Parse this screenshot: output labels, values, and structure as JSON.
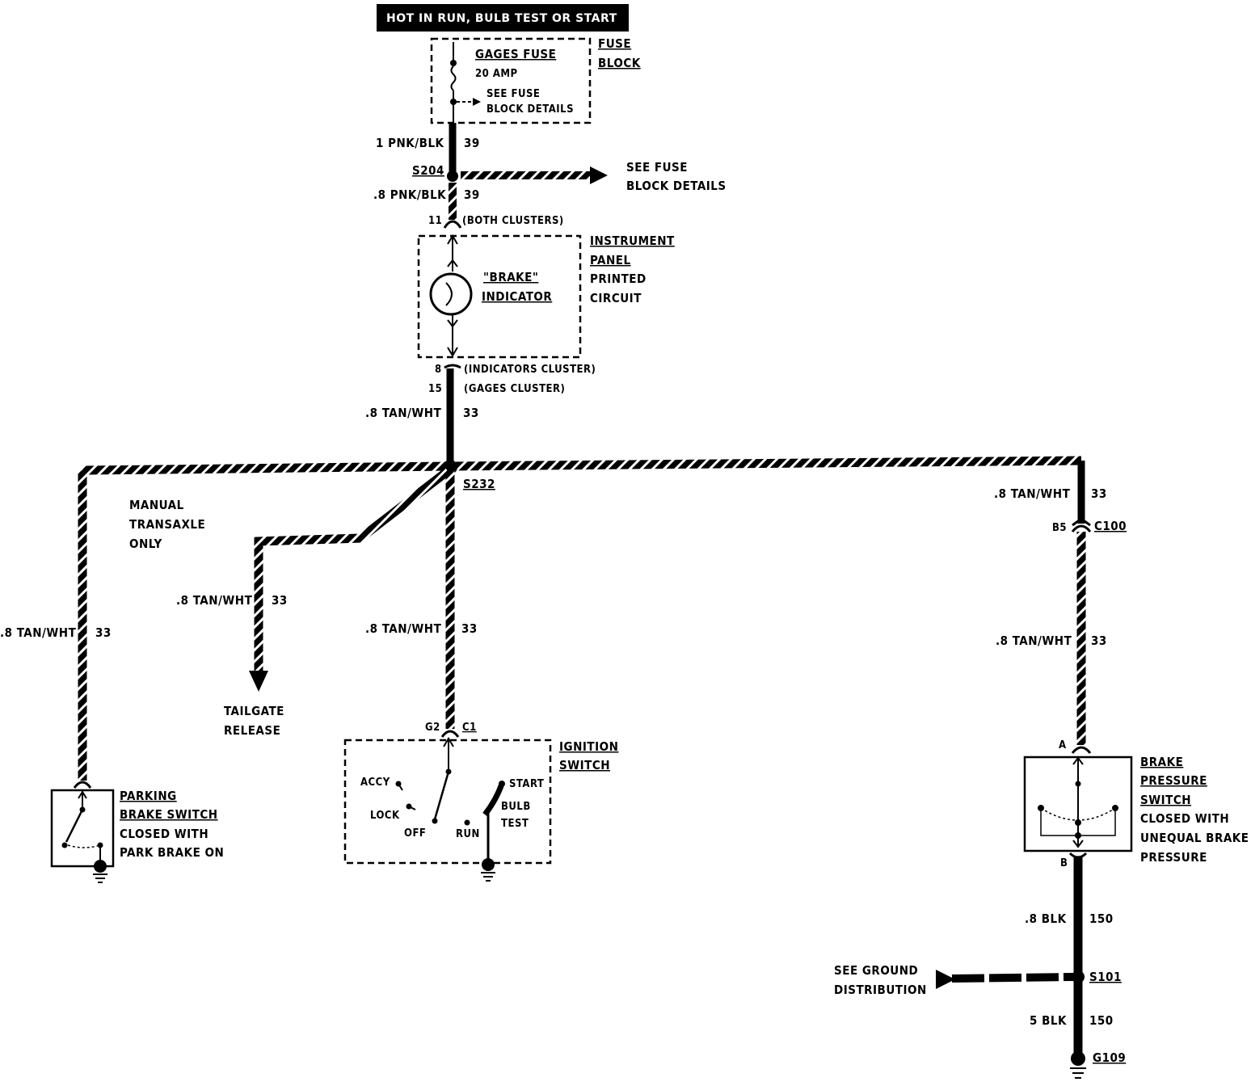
{
  "header": "HOT IN RUN, BULB TEST OR START",
  "fuse_block": {
    "title": "GAGES FUSE",
    "rating": "20 AMP",
    "see_fuse_line1": "SEE FUSE",
    "see_fuse_line2": "BLOCK DETAILS",
    "label_line1": "FUSE",
    "label_line2": "BLOCK"
  },
  "wire_1pnk": {
    "gauge_color": "1 PNK/BLK",
    "circuit": "39"
  },
  "s204": {
    "name": "S204",
    "see1": "SEE FUSE",
    "see2": "BLOCK DETAILS"
  },
  "wire_8pnk": {
    "gauge_color": ".8 PNK/BLK",
    "circuit": "39"
  },
  "conn_top": {
    "pin": "11",
    "note": "(BOTH CLUSTERS)"
  },
  "instrument_panel": {
    "indicator1": "\"BRAKE\"",
    "indicator2": "INDICATOR",
    "label1": "INSTRUMENT",
    "label2": "PANEL",
    "label3": "PRINTED",
    "label4": "CIRCUIT"
  },
  "conn_bottom": {
    "pin1": "8",
    "note1": "(INDICATORS CLUSTER)",
    "pin2": "15",
    "note2": "(GAGES CLUSTER)"
  },
  "wire_tan_main": {
    "gauge_color": ".8 TAN/WHT",
    "circuit": "33"
  },
  "s232": {
    "name": "S232"
  },
  "manual": {
    "line1": "MANUAL",
    "line2": "TRANSAXLE",
    "line3": "ONLY"
  },
  "wire_tan_left": {
    "gauge_color": ".8 TAN/WHT",
    "circuit": "33"
  },
  "wire_tan_tailgate": {
    "gauge_color": ".8 TAN/WHT",
    "circuit": "33"
  },
  "tailgate": {
    "line1": "TAILGATE",
    "line2": "RELEASE"
  },
  "wire_tan_ign": {
    "gauge_color": ".8 TAN/WHT",
    "circuit": "33"
  },
  "ignition": {
    "pin": "G2",
    "conn": "C1",
    "label1": "IGNITION",
    "label2": "SWITCH",
    "accy": "ACCY",
    "lock": "LOCK",
    "off": "OFF",
    "run": "RUN",
    "start": "START",
    "bulb": "BULB",
    "test": "TEST"
  },
  "parking": {
    "line1": "PARKING",
    "line2": "BRAKE SWITCH",
    "line3": "CLOSED WITH",
    "line4": "PARK BRAKE ON"
  },
  "wire_tan_right_top": {
    "gauge_color": ".8 TAN/WHT",
    "circuit": "33"
  },
  "c100": {
    "pin": "B5",
    "name": "C100"
  },
  "wire_tan_right": {
    "gauge_color": ".8 TAN/WHT",
    "circuit": "33"
  },
  "pressure": {
    "pin_a": "A",
    "pin_b": "B",
    "line1": "BRAKE",
    "line2": "PRESSURE",
    "line3": "SWITCH",
    "line4": "CLOSED WITH",
    "line5": "UNEQUAL BRAKE",
    "line6": "PRESSURE"
  },
  "wire_blk_8": {
    "gauge_color": ".8 BLK",
    "circuit": "150"
  },
  "s101": {
    "name": "S101",
    "see1": "SEE GROUND",
    "see2": "DISTRIBUTION"
  },
  "wire_blk_5": {
    "gauge_color": "5 BLK",
    "circuit": "150"
  },
  "g109": {
    "name": "G109"
  }
}
